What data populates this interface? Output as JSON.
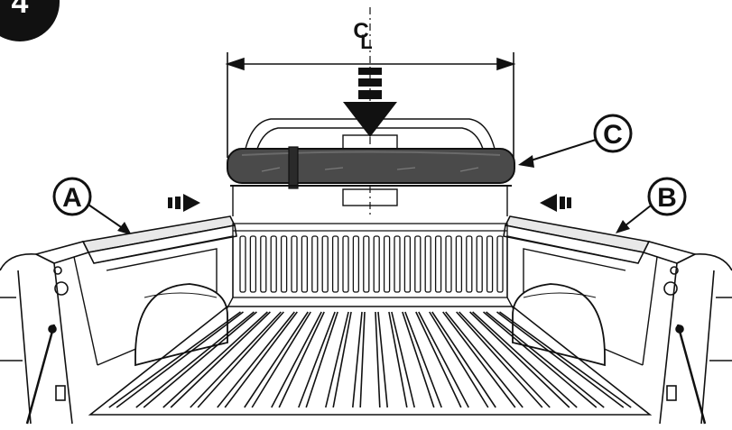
{
  "step": {
    "number": "4"
  },
  "centerline": {
    "symbol_c": "C",
    "symbol_l": "L"
  },
  "callouts": {
    "a": "A",
    "b": "B",
    "c": "C"
  },
  "colors": {
    "ink": "#111111",
    "roll": "#4a4a4a",
    "roll_highlight": "#6a6a6a",
    "background": "#ffffff"
  }
}
